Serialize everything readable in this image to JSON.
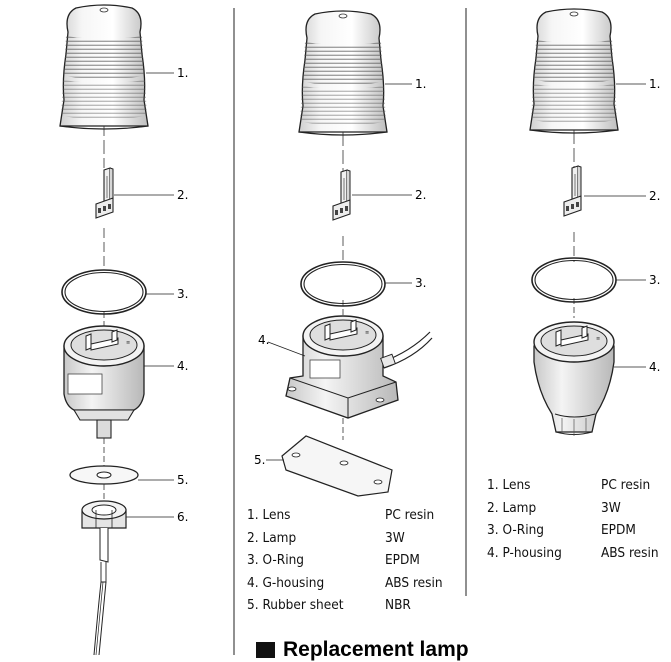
{
  "callouts": {
    "left": [
      "1.",
      "2.",
      "3.",
      "4.",
      "5.",
      "6."
    ],
    "middle": [
      "1.",
      "2.",
      "3.",
      "4.",
      "5."
    ],
    "right": [
      "1.",
      "2.",
      "3.",
      "4."
    ]
  },
  "legend_middle": [
    {
      "part": "1. Lens",
      "material": "PC resin"
    },
    {
      "part": "2. Lamp",
      "material": "3W"
    },
    {
      "part": "3. O-Ring",
      "material": "EPDM"
    },
    {
      "part": "4. G-housing",
      "material": "ABS resin"
    },
    {
      "part": "5. Rubber sheet",
      "material": "NBR"
    }
  ],
  "legend_right": [
    {
      "part": "1. Lens",
      "material": "PC resin"
    },
    {
      "part": "2. Lamp",
      "material": "3W"
    },
    {
      "part": "3. O-Ring",
      "material": "EPDM"
    },
    {
      "part": "4. P-housing",
      "material": "ABS resin"
    }
  ],
  "section_heading": "Replacement lamp"
}
